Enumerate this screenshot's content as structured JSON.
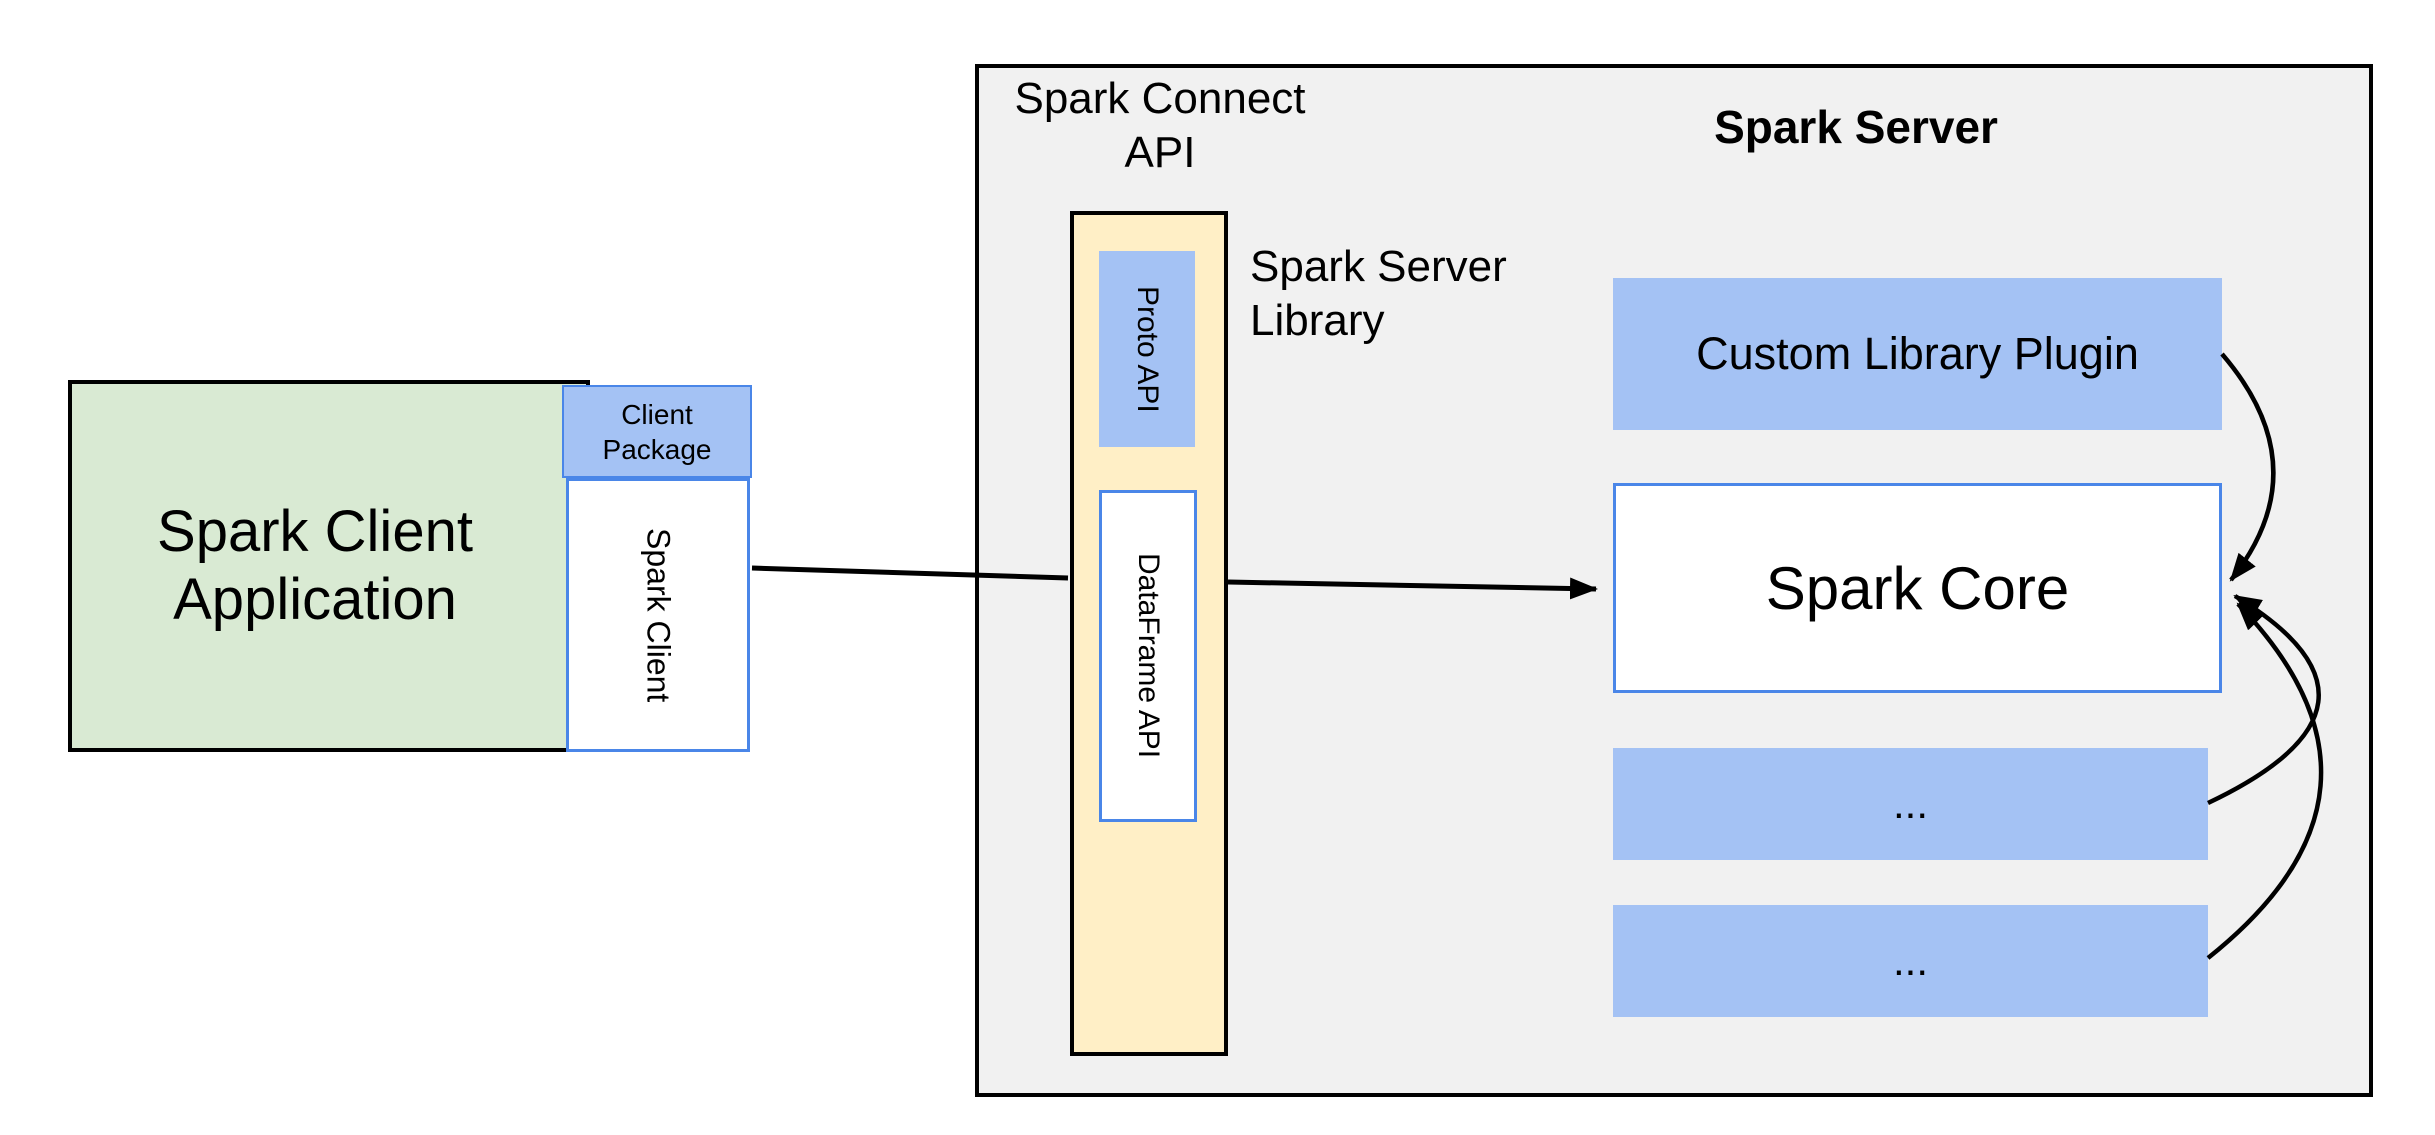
{
  "client_app": {
    "lines": [
      "Spark Client",
      "Application"
    ]
  },
  "client_package": {
    "lines": [
      "Client",
      "Package"
    ]
  },
  "spark_client_label": "Spark Client",
  "connect_api_title": {
    "lines": [
      "Spark Connect",
      "API"
    ]
  },
  "proto_api_label": "Proto API",
  "dataframe_api_label": "DataFrame API",
  "server_library_label": {
    "lines": [
      "Spark Server",
      "Library"
    ]
  },
  "spark_server_title": "Spark Server",
  "custom_plugin_label": "Custom Library Plugin",
  "spark_core_label": "Spark Core",
  "ellipsis_boxes": [
    "...",
    "..."
  ],
  "colors": {
    "green_fill": "#d9ead3",
    "blue_fill": "#a4c2f4",
    "blue_border": "#4a86e8",
    "yellow_fill": "#ffefc6",
    "gray_fill": "#f1f1f1",
    "line": "#000000"
  }
}
